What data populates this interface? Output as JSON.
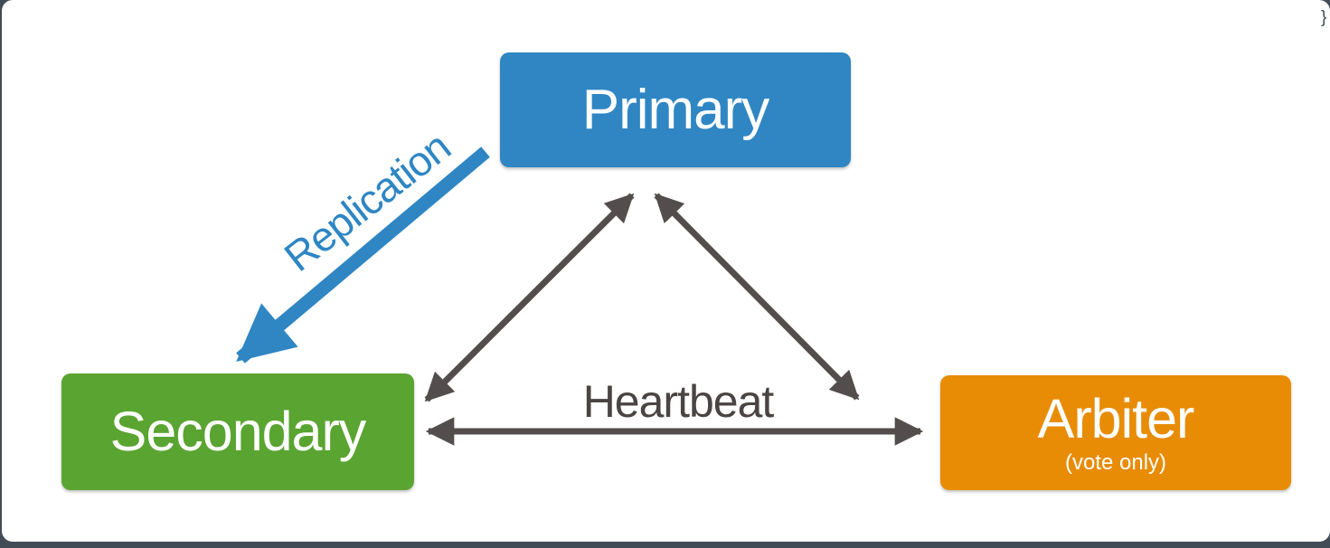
{
  "colors": {
    "canvas_bg": "#414C56",
    "slide_bg": "#FFFFFF",
    "primary_blue": "#2F86C3",
    "secondary_green": "#5AA431",
    "arbiter_orange": "#E88C06",
    "arrow_gray": "#534E4D",
    "label_gray": "#4A4443"
  },
  "diagram": {
    "nodes": {
      "primary": {
        "label": "Primary"
      },
      "secondary": {
        "label": "Secondary"
      },
      "arbiter": {
        "label": "Arbiter",
        "sublabel": "(vote only)"
      }
    },
    "edges": {
      "replication": {
        "label": "Replication",
        "from": "primary",
        "to": "secondary",
        "style": "one-way",
        "color": "#2F86C3"
      },
      "primary_secondary": {
        "from": "primary",
        "to": "secondary",
        "style": "two-way",
        "color": "#534E4D"
      },
      "primary_arbiter": {
        "from": "primary",
        "to": "arbiter",
        "style": "two-way",
        "color": "#534E4D"
      },
      "secondary_arbiter": {
        "label": "Heartbeat",
        "from": "secondary",
        "to": "arbiter",
        "style": "two-way",
        "color": "#534E4D"
      }
    }
  },
  "artifact": {
    "edge_glyph": "}"
  }
}
